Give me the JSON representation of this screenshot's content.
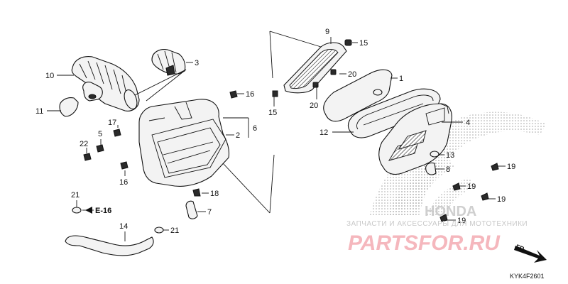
{
  "callouts": {
    "c1": "1",
    "c2": "2",
    "c3": "3",
    "c4": "4",
    "c5": "5",
    "c6": "6",
    "c7": "7",
    "c8": "8",
    "c9": "9",
    "c10": "10",
    "c11": "11",
    "c12": "12",
    "c13": "13",
    "c14": "14",
    "c15a": "15",
    "c15b": "15",
    "c16a": "16",
    "c16b": "16",
    "c17": "17",
    "c18": "18",
    "c19a": "19",
    "c19b": "19",
    "c19c": "19",
    "c19d": "19",
    "c20a": "20",
    "c20b": "20",
    "c21a": "21",
    "c21b": "21",
    "c22": "22"
  },
  "reference": "E-16",
  "watermark": {
    "top": "ЗАПЧАСТИ И АКСЕССУАРЫ ДЛЯ МОТОТЕХНИКИ",
    "main": "PARTSFOR.RU",
    "brand": "HONDA"
  },
  "direction_label": "FR.",
  "diagram_code": "KYK4F2601",
  "colors": {
    "line": "#111111",
    "watermark": "#f2a0a8",
    "wing": "#b0b0b0"
  }
}
